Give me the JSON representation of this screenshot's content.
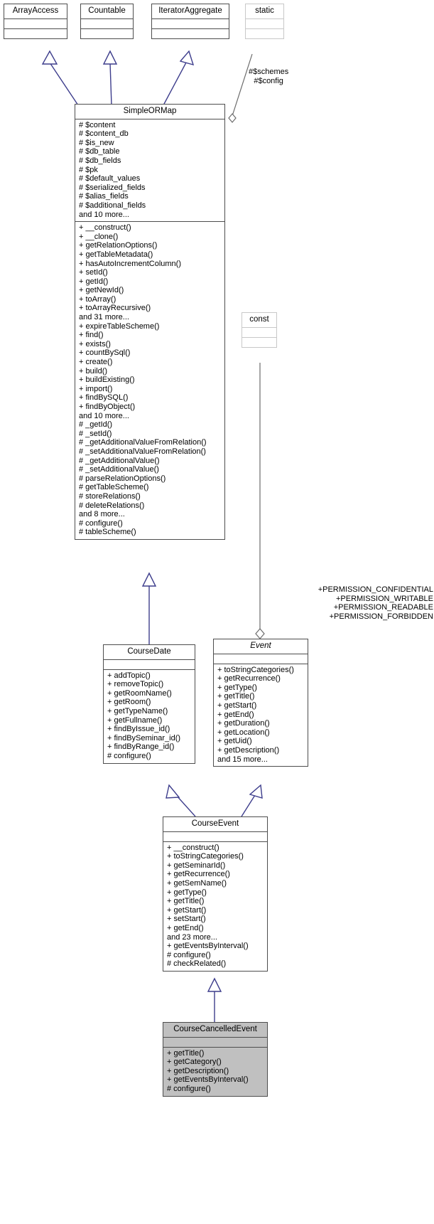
{
  "diagram": {
    "kind": "uml-class-inheritance-diagram",
    "colors": {
      "inheritance_arrow": "#3d3d8c",
      "association_line": "#6b6b6b",
      "node_border": "#4d4d4d",
      "faded_border": "#c8c8c8",
      "shaded_fill": "#c0c0c0",
      "background": "#ffffff"
    }
  },
  "nodes": {
    "array_access": {
      "title": "ArrayAccess",
      "attributes": [],
      "methods": []
    },
    "countable": {
      "title": "Countable",
      "attributes": [],
      "methods": []
    },
    "iterator_aggregate": {
      "title": "IteratorAggregate",
      "attributes": [],
      "methods": []
    },
    "static_node": {
      "title": "static",
      "attributes": [],
      "methods": []
    },
    "const_node": {
      "title": "const",
      "attributes": [],
      "methods": []
    },
    "simple_ormap": {
      "title": "SimpleORMap",
      "attributes": [
        "# $content",
        "# $content_db",
        "# $is_new",
        "# $db_table",
        "# $db_fields",
        "# $pk",
        "# $default_values",
        "# $serialized_fields",
        "# $alias_fields",
        "# $additional_fields",
        "and 10 more..."
      ],
      "methods": [
        "+ __construct()",
        "+ __clone()",
        "+ getRelationOptions()",
        "+ getTableMetadata()",
        "+ hasAutoIncrementColumn()",
        "+ setId()",
        "+ getId()",
        "+ getNewId()",
        "+ toArray()",
        "+ toArrayRecursive()",
        "and 31 more...",
        "+ expireTableScheme()",
        "+ find()",
        "+ exists()",
        "+ countBySql()",
        "+ create()",
        "+ build()",
        "+ buildExisting()",
        "+ import()",
        "+ findBySQL()",
        "+ findByObject()",
        "and 10 more...",
        "# _getId()",
        "# _setId()",
        "# _getAdditionalValueFromRelation()",
        "# _setAdditionalValueFromRelation()",
        "# _getAdditionalValue()",
        "# _setAdditionalValue()",
        "# parseRelationOptions()",
        "# getTableScheme()",
        "# storeRelations()",
        "# deleteRelations()",
        "and 8 more...",
        "# configure()",
        "# tableScheme()"
      ]
    },
    "course_date": {
      "title": "CourseDate",
      "attributes": [],
      "methods": [
        "+ addTopic()",
        "+ removeTopic()",
        "+ getRoomName()",
        "+ getRoom()",
        "+ getTypeName()",
        "+ getFullname()",
        "+ findByIssue_id()",
        "+ findBySeminar_id()",
        "+ findByRange_id()",
        "# configure()"
      ]
    },
    "event": {
      "title": "Event",
      "attributes": [],
      "methods": [
        "+ toStringCategories()",
        "+ getRecurrence()",
        "+ getType()",
        "+ getTitle()",
        "+ getStart()",
        "+ getEnd()",
        "+ getDuration()",
        "+ getLocation()",
        "+ getUid()",
        "+ getDescription()",
        "and 15 more..."
      ]
    },
    "course_event": {
      "title": "CourseEvent",
      "attributes": [],
      "methods": [
        "+ __construct()",
        "+ toStringCategories()",
        "+ getSeminarId()",
        "+ getRecurrence()",
        "+ getSemName()",
        "+ getType()",
        "+ getTitle()",
        "+ getStart()",
        "+ setStart()",
        "+ getEnd()",
        "and 23 more...",
        "+ getEventsByInterval()",
        "# configure()",
        "# checkRelated()"
      ]
    },
    "course_cancelled_event": {
      "title": "CourseCancelledEvent",
      "attributes": [],
      "methods": [
        "+ getTitle()",
        "+ getCategory()",
        "+ getDescription()",
        "+ getEventsByInterval()",
        "# configure()"
      ]
    }
  },
  "edge_labels": {
    "static_to_ormap": [
      "#$schemes",
      "#$config"
    ],
    "const_to_event": [
      "+PERMISSION_CONFIDENTIAL",
      "+PERMISSION_WRITABLE",
      "+PERMISSION_READABLE",
      "+PERMISSION_FORBIDDEN"
    ]
  }
}
